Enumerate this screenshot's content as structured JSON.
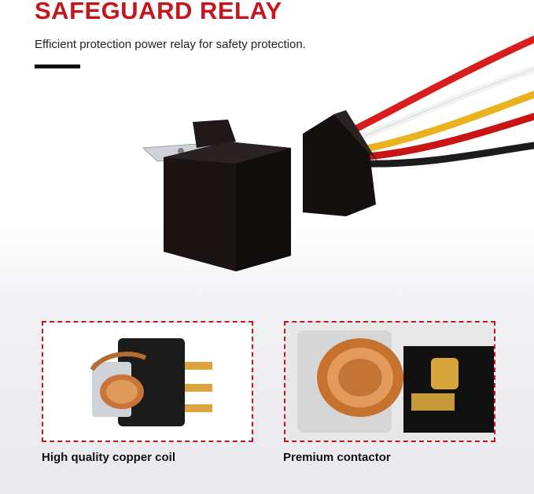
{
  "header": {
    "title": "SAFEGUARD RELAY",
    "subtitle": "Efficient protection power relay for safety protection."
  },
  "features": [
    {
      "caption": "High quality copper coil"
    },
    {
      "caption": "Premium contactor"
    }
  ],
  "colors": {
    "accent": "#c4161c",
    "text": "#222222",
    "relay_body": "#1a1414"
  }
}
